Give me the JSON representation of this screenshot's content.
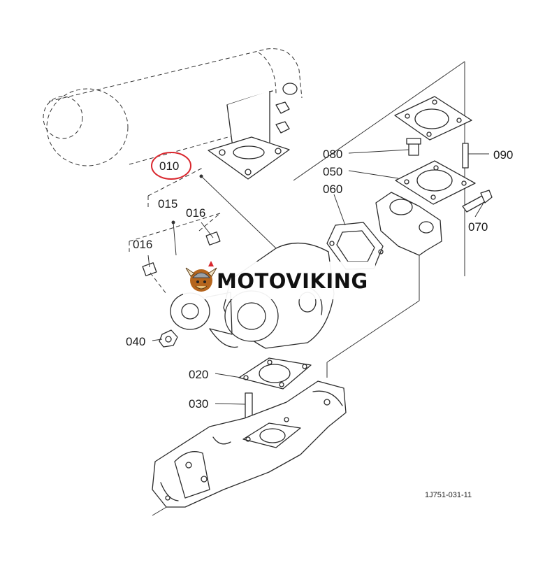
{
  "diagram": {
    "callouts": {
      "c010": "010",
      "c015": "015",
      "c016a": "016",
      "c016b": "016",
      "c020": "020",
      "c030": "030",
      "c040": "040",
      "c050": "050",
      "c060": "060",
      "c070": "070",
      "c080": "080",
      "c090": "090"
    },
    "drawing_code": "1J751-031-11",
    "highlight_color": "#d9272e"
  },
  "watermark": {
    "brand": "MOTOVIKING",
    "logo_icon": "viking-mascot-icon"
  }
}
